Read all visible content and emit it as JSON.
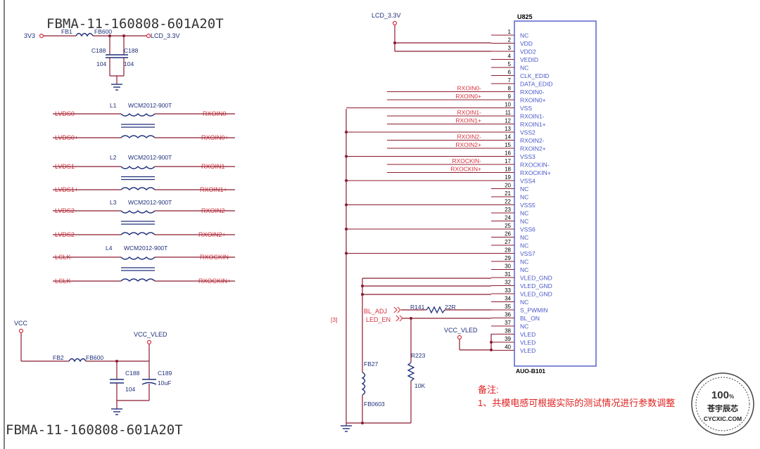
{
  "colors": {
    "wire": "#8b1a2e",
    "net_label": "#d8323c",
    "component": "#1f2f7a",
    "ic": "#4a58c8",
    "note": "#e02020",
    "border": "#000000"
  },
  "top_left": {
    "part_label": "FBMA-11-160808-601A20T",
    "net_in": "3V3",
    "ferrite_ref": "FB1",
    "ferrite_value": "FB600",
    "net_out": "LCD_3.3V",
    "cap_a_ref": "C188",
    "cap_b_ref": "C188",
    "cap_a_value": "104",
    "cap_b_value": "104"
  },
  "chokes": [
    {
      "ref": "L1",
      "part": "WCM2012-900T",
      "in_a": "LVDS0-",
      "out_a": "RXOIN0-",
      "in_b": "LVDS0+",
      "out_b": "RXOIN0+"
    },
    {
      "ref": "L2",
      "part": "WCM2012-900T",
      "in_a": "LVDS1-",
      "out_a": "RXOIN1-",
      "in_b": "LVDS1+",
      "out_b": "RXOIN1+"
    },
    {
      "ref": "L3",
      "part": "WCM2012-900T",
      "in_a": "LVDS2-",
      "out_a": "RXOIN2-",
      "in_b": "LVDS2",
      "out_b": "RXOIN2+"
    },
    {
      "ref": "L4",
      "part": "WCM2012-900T",
      "in_a": "LCLK-",
      "out_a": "RXOCKIN-",
      "in_b": "LCLK",
      "out_b": "RXOCKIN+"
    }
  ],
  "bottom_left": {
    "net_in": "VCC",
    "net_out": "VCC_VLED",
    "ferrite_ref": "FB2",
    "ferrite_value": "FB600",
    "cap_a_ref": "C188",
    "cap_a_value": "104",
    "cap_b_ref": "C189",
    "cap_b_value": "10uF",
    "part_label": "FBMA-11-160808-601A20T"
  },
  "connector": {
    "ref": "U825",
    "part": "AUO-B101",
    "supply_net": "LCD_3.3V",
    "sheet_ref": "[3]",
    "pins": [
      {
        "num": "1",
        "name": "NC",
        "net": ""
      },
      {
        "num": "2",
        "name": "VDD",
        "net": ""
      },
      {
        "num": "3",
        "name": "VDD2",
        "net": ""
      },
      {
        "num": "4",
        "name": "VEDID",
        "net": ""
      },
      {
        "num": "5",
        "name": "NC",
        "net": ""
      },
      {
        "num": "6",
        "name": "CLK_EDID",
        "net": ""
      },
      {
        "num": "7",
        "name": "DATA_EDID",
        "net": ""
      },
      {
        "num": "8",
        "name": "RXOIN0-",
        "net": "RXOIN0-"
      },
      {
        "num": "9",
        "name": "RXOIN0+",
        "net": "RXOIN0+"
      },
      {
        "num": "10",
        "name": "VSS",
        "net": ""
      },
      {
        "num": "11",
        "name": "RXOIN1-",
        "net": "RXOIN1-"
      },
      {
        "num": "12",
        "name": "RXOIN1+",
        "net": "RXOIN1+"
      },
      {
        "num": "13",
        "name": "VSS2",
        "net": ""
      },
      {
        "num": "14",
        "name": "RXOIN2-",
        "net": "RXOIN2-"
      },
      {
        "num": "15",
        "name": "RXOIN2+",
        "net": "RXOIN2+"
      },
      {
        "num": "16",
        "name": "VSS3",
        "net": ""
      },
      {
        "num": "17",
        "name": "RXOCKIN-",
        "net": "RXOCKIN-"
      },
      {
        "num": "18",
        "name": "RXOCKIN+",
        "net": "RXOCKIN+"
      },
      {
        "num": "19",
        "name": "VSS4",
        "net": ""
      },
      {
        "num": "20",
        "name": "NC",
        "net": ""
      },
      {
        "num": "21",
        "name": "NC",
        "net": ""
      },
      {
        "num": "22",
        "name": "VSS5",
        "net": ""
      },
      {
        "num": "23",
        "name": "NC",
        "net": ""
      },
      {
        "num": "24",
        "name": "NC",
        "net": ""
      },
      {
        "num": "25",
        "name": "VSS6",
        "net": ""
      },
      {
        "num": "26",
        "name": "NC",
        "net": ""
      },
      {
        "num": "27",
        "name": "NC",
        "net": ""
      },
      {
        "num": "28",
        "name": "VSS7",
        "net": ""
      },
      {
        "num": "29",
        "name": "NC",
        "net": ""
      },
      {
        "num": "30",
        "name": "NC",
        "net": ""
      },
      {
        "num": "31",
        "name": "VLED_GND",
        "net": ""
      },
      {
        "num": "32",
        "name": "VLED_GND",
        "net": ""
      },
      {
        "num": "33",
        "name": "VLED_GND",
        "net": ""
      },
      {
        "num": "34",
        "name": "NC",
        "net": ""
      },
      {
        "num": "35",
        "name": "S_PWMIN",
        "net": ""
      },
      {
        "num": "36",
        "name": "BL_ON",
        "net": ""
      },
      {
        "num": "37",
        "name": "NC",
        "net": ""
      },
      {
        "num": "38",
        "name": "VLED",
        "net": ""
      },
      {
        "num": "39",
        "name": "VLED",
        "net": ""
      },
      {
        "num": "40",
        "name": "VLED",
        "net": ""
      }
    ]
  },
  "backlight": {
    "bl_adj": "BL_ADJ",
    "led_en": "LED_EN",
    "r141_ref": "R141",
    "r141_value": "22R",
    "r223_ref": "R223",
    "r223_value": "10K",
    "fb27_ref": "FB27",
    "fb27_value": "FB0603",
    "vcc_vled": "VCC_VLED"
  },
  "note": {
    "title": "备注:",
    "line1": "1、共模电感可根据实际的测试情况进行参数调整"
  },
  "watermark": {
    "score": "100",
    "unit": "%",
    "name": "苍宇辰芯",
    "site": "CYCXIC.COM"
  }
}
